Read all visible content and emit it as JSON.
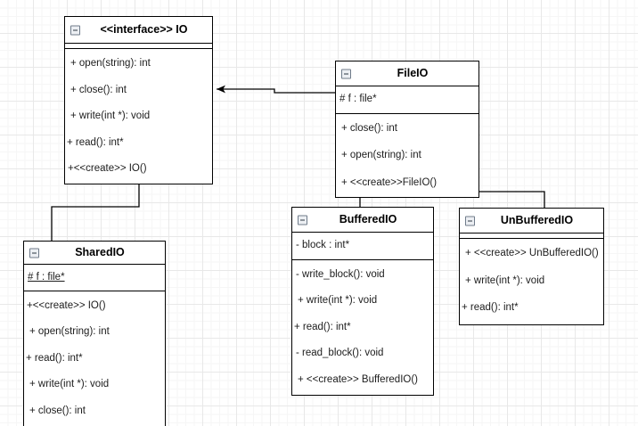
{
  "diagram": {
    "kind": "uml-class-diagram",
    "background": "#ffffff",
    "grid_color": "#e8e8e8",
    "line_color": "#000000"
  },
  "classes": {
    "io": {
      "name": "<<interface>>  IO",
      "collapse_icon": "minus-box-icon",
      "attributes": [],
      "operations": [
        "+ open(string): int",
        "+ close(): int",
        "+ write(int *): void",
        "+ read(): int*",
        "+<<create>> IO()"
      ]
    },
    "fileio": {
      "name": "FileIO",
      "collapse_icon": "minus-box-icon",
      "attributes": [
        "# f : file*"
      ],
      "operations": [
        "+ close(): int",
        "+ open(string): int",
        "+ <<create>>FileIO()"
      ]
    },
    "sharedio": {
      "name": "SharedIO",
      "collapse_icon": "minus-box-icon",
      "attributes": [
        "# f : file*"
      ],
      "attribute_static": true,
      "operations": [
        "+<<create>> IO()",
        "+ open(string): int",
        "+ read(): int*",
        "+ write(int *): void",
        "+ close(): int"
      ]
    },
    "bufferedio": {
      "name": "BufferedIO",
      "collapse_icon": "minus-box-icon",
      "attributes": [
        "- block : int*"
      ],
      "operations": [
        "- write_block(): void",
        "+ write(int *): void",
        "+ read(): int*",
        "- read_block(): void",
        "+ <<create>> BufferedIO()"
      ]
    },
    "unbufferedio": {
      "name": "UnBufferedIO",
      "collapse_icon": "minus-box-icon",
      "attributes": [],
      "operations": [
        "+ <<create>> UnBufferedIO()",
        "+ write(int *): void",
        "+ read(): int*"
      ]
    }
  },
  "relations": [
    {
      "id": "fileio-to-io",
      "from": "FileIO",
      "to": "IO",
      "arrow": "open-arrow"
    },
    {
      "id": "sharedio-to-io",
      "from": "SharedIO",
      "to": "IO",
      "arrow": "filled-triangle"
    },
    {
      "id": "bufferedio-to-fileio",
      "from": "BufferedIO",
      "to": "FileIO",
      "arrow": "filled-triangle"
    },
    {
      "id": "unbufferedio-to-fileio",
      "from": "UnBufferedIO",
      "to": "FileIO",
      "arrow": "filled-triangle"
    }
  ]
}
